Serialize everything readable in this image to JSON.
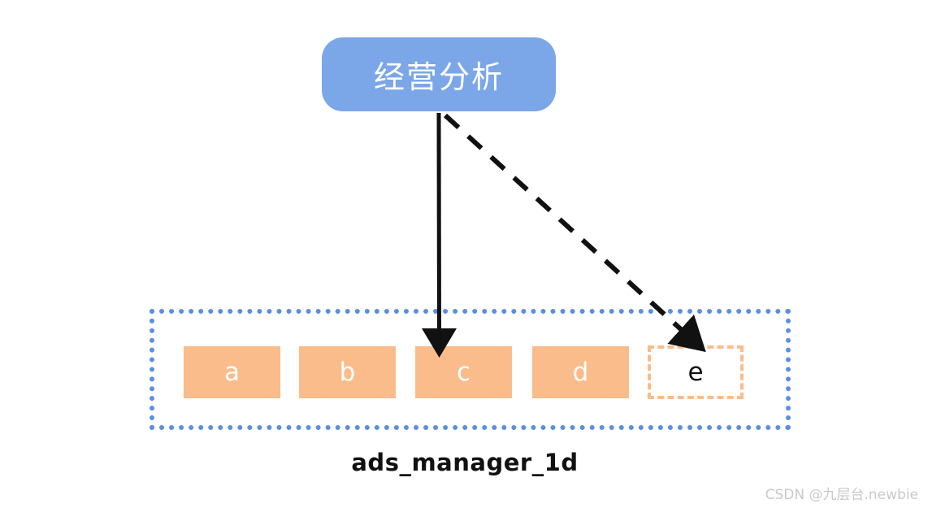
{
  "diagram": {
    "title_node": {
      "label": "经营分析",
      "fill": "#7ba7e8",
      "text_color": "#ffffff"
    },
    "container": {
      "caption": "ads_manager_1d",
      "border_color": "#5b8fe0",
      "border_style": "dotted"
    },
    "leaves": [
      {
        "label": "a",
        "style": "filled",
        "fill": "#fbbc8b",
        "text_color": "#ffffff"
      },
      {
        "label": "b",
        "style": "filled",
        "fill": "#fbbc8b",
        "text_color": "#ffffff"
      },
      {
        "label": "c",
        "style": "filled",
        "fill": "#fbbc8b",
        "text_color": "#ffffff"
      },
      {
        "label": "d",
        "style": "filled",
        "fill": "#fbbc8b",
        "text_color": "#ffffff"
      },
      {
        "label": "e",
        "style": "dashed-outline",
        "fill": "none",
        "border_color": "#fbbc8b",
        "text_color": "#111111"
      }
    ],
    "connectors": [
      {
        "name": "solid-arrow-to-c",
        "style": "solid",
        "color": "#111111",
        "from": "经营分析",
        "to": "c"
      },
      {
        "name": "dashed-arrow-to-e",
        "style": "dashed",
        "color": "#111111",
        "from": "经营分析",
        "to": "e"
      }
    ]
  },
  "watermark": {
    "text": "CSDN @九层台.newbie"
  }
}
